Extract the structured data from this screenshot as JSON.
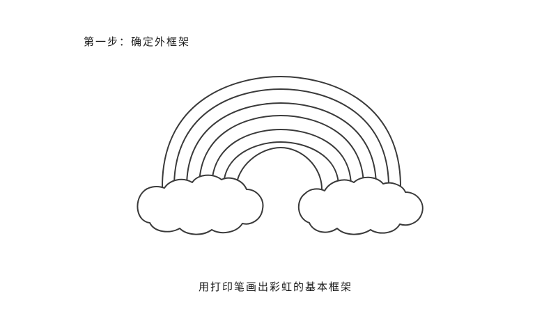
{
  "document": {
    "step_title": "第一步：确定外框架",
    "caption": "用打印笔画出彩虹的基本框架"
  },
  "figure": {
    "subject": "rainbow-outline-with-clouds",
    "arc_count": 7,
    "cloud_count": 2,
    "line_color": "#3a3a3a",
    "fill_color": "#ffffff"
  }
}
